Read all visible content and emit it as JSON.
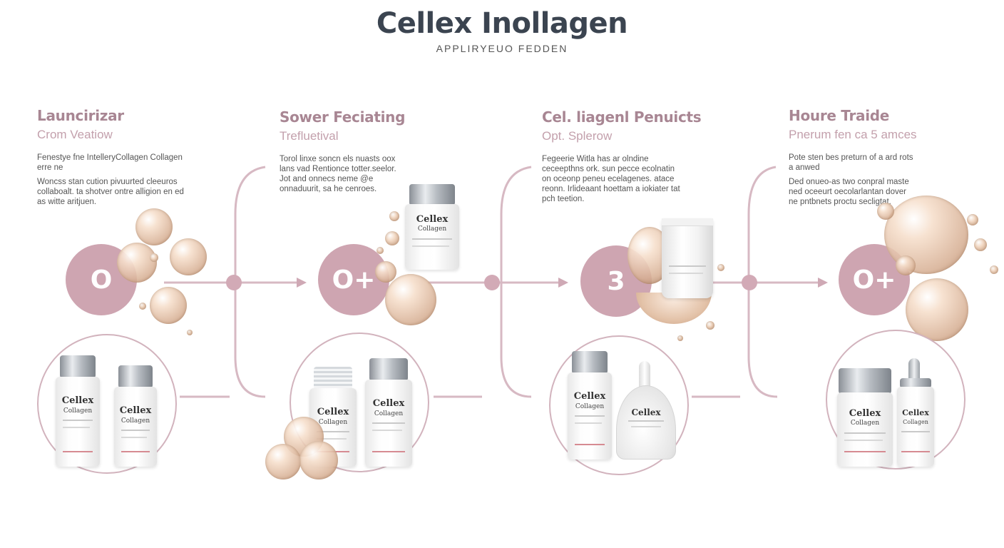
{
  "header": {
    "title": "Cellex Inollagen",
    "subtitle": "APPLIRYEUO FEDDEN"
  },
  "steps": [
    {
      "number": "O",
      "heading": "Launcirizar",
      "subheading": "Crom Veatiow",
      "description": [
        "Fenestye fne IntelleryCollagen Collagen erre ne",
        "Woncss stan cution pivuurted cleeuros collaboalt. ta shotver ontre alligion en ed as witte aritjuen."
      ],
      "products": [
        {
          "brand": "Cellex",
          "sub": "Collagen"
        },
        {
          "brand": "Cellex",
          "sub": "Collagen"
        }
      ]
    },
    {
      "number": "O+",
      "heading": "Sower Feciating",
      "subheading": "Trefluetival",
      "description": [
        "Torol linxe soncn els nuasts oox lans vad Rentionce totter.seelor. Jot and onnecs neme @e onnaduurit, sa he cenroes."
      ],
      "products": [
        {
          "brand": "Cellex",
          "sub": "Collagen"
        },
        {
          "brand": "Cellex",
          "sub": "Collagen"
        },
        {
          "brand": "Cellex",
          "sub": "Collagen"
        }
      ]
    },
    {
      "number": "3",
      "heading": "Cel. liagenl Penuicts",
      "subheading": "Opt. Splerow",
      "description": [
        "Fegeerie Witla has ar olndine ceceepthns ork. sun pecce ecolnatin on oceonp peneu ecelagenes. atace reonn. Irlideaant hoettam a iokiater tat pch teetion."
      ],
      "products": [
        {
          "brand": "Cellex",
          "sub": "Collagen"
        },
        {
          "brand": "Cellex",
          "sub": ""
        }
      ]
    },
    {
      "number": "O+",
      "heading": "Houre Traide",
      "subheading": "Pnerum fen ca 5 amces",
      "description": [
        "Pote sten bes preturn of a ard rots a anwed",
        "Ded onueo-as two conpral maste ned oceeurt oecolarlantan dover ne pntbnets proctu secligtat."
      ],
      "products": [
        {
          "brand": "Cellex",
          "sub": "Collagen"
        },
        {
          "brand": "Cellex",
          "sub": "Collagen"
        }
      ]
    }
  ],
  "colors": {
    "accent_rose": "#cea5b1",
    "line_rose": "#d2b3bd",
    "heading_mauve": "#a88693",
    "title_slate": "#3b4450"
  }
}
